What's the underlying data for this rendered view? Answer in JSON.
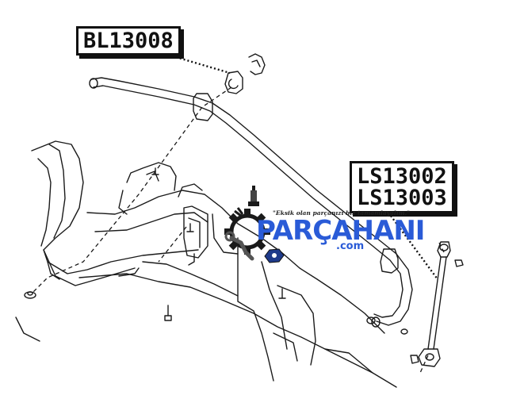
{
  "labels": {
    "bushing_part": "BL13008",
    "link_part_1": "LS13002",
    "link_part_2": "LS13003"
  },
  "watermark": {
    "brand": "PARÇAHANI",
    "domain": ".com",
    "slogan": "\"Eksik olan parçanızı biz tamamlayalım.\"",
    "brand_color": "#2a5bd7",
    "accent_color": "#111111"
  },
  "icons": [
    "gear-icon",
    "spark-plug-icon",
    "wrench-icon",
    "nut-icon"
  ]
}
